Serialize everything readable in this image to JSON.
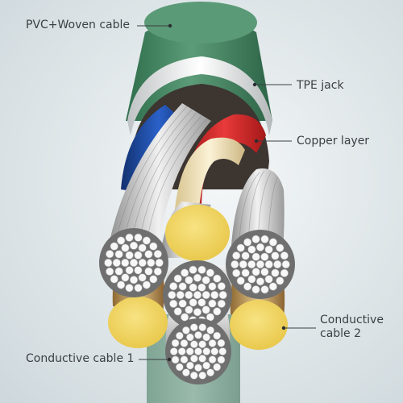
{
  "labels": {
    "pvc": "PVC+Woven cable",
    "tpe": "TPE jack",
    "copper": "Copper layer",
    "conductive2_line1": "Conductive",
    "conductive2_line2": "cable 2",
    "conductive1": "Conductive cable 1"
  },
  "colors": {
    "background": "#dfe7ea",
    "jacket_green": "#4a8a66",
    "tpe_white": "#f0f0f0",
    "core_blue": "#1f4fb5",
    "core_red": "#d32222",
    "copper_tan": "#c9a25c",
    "insulation_yellow": "#f2d86a",
    "strand_silver": "#d8d8d8",
    "leader_line": "#3a3f43"
  },
  "icons": [
    "cable-cross-section-illustration"
  ]
}
